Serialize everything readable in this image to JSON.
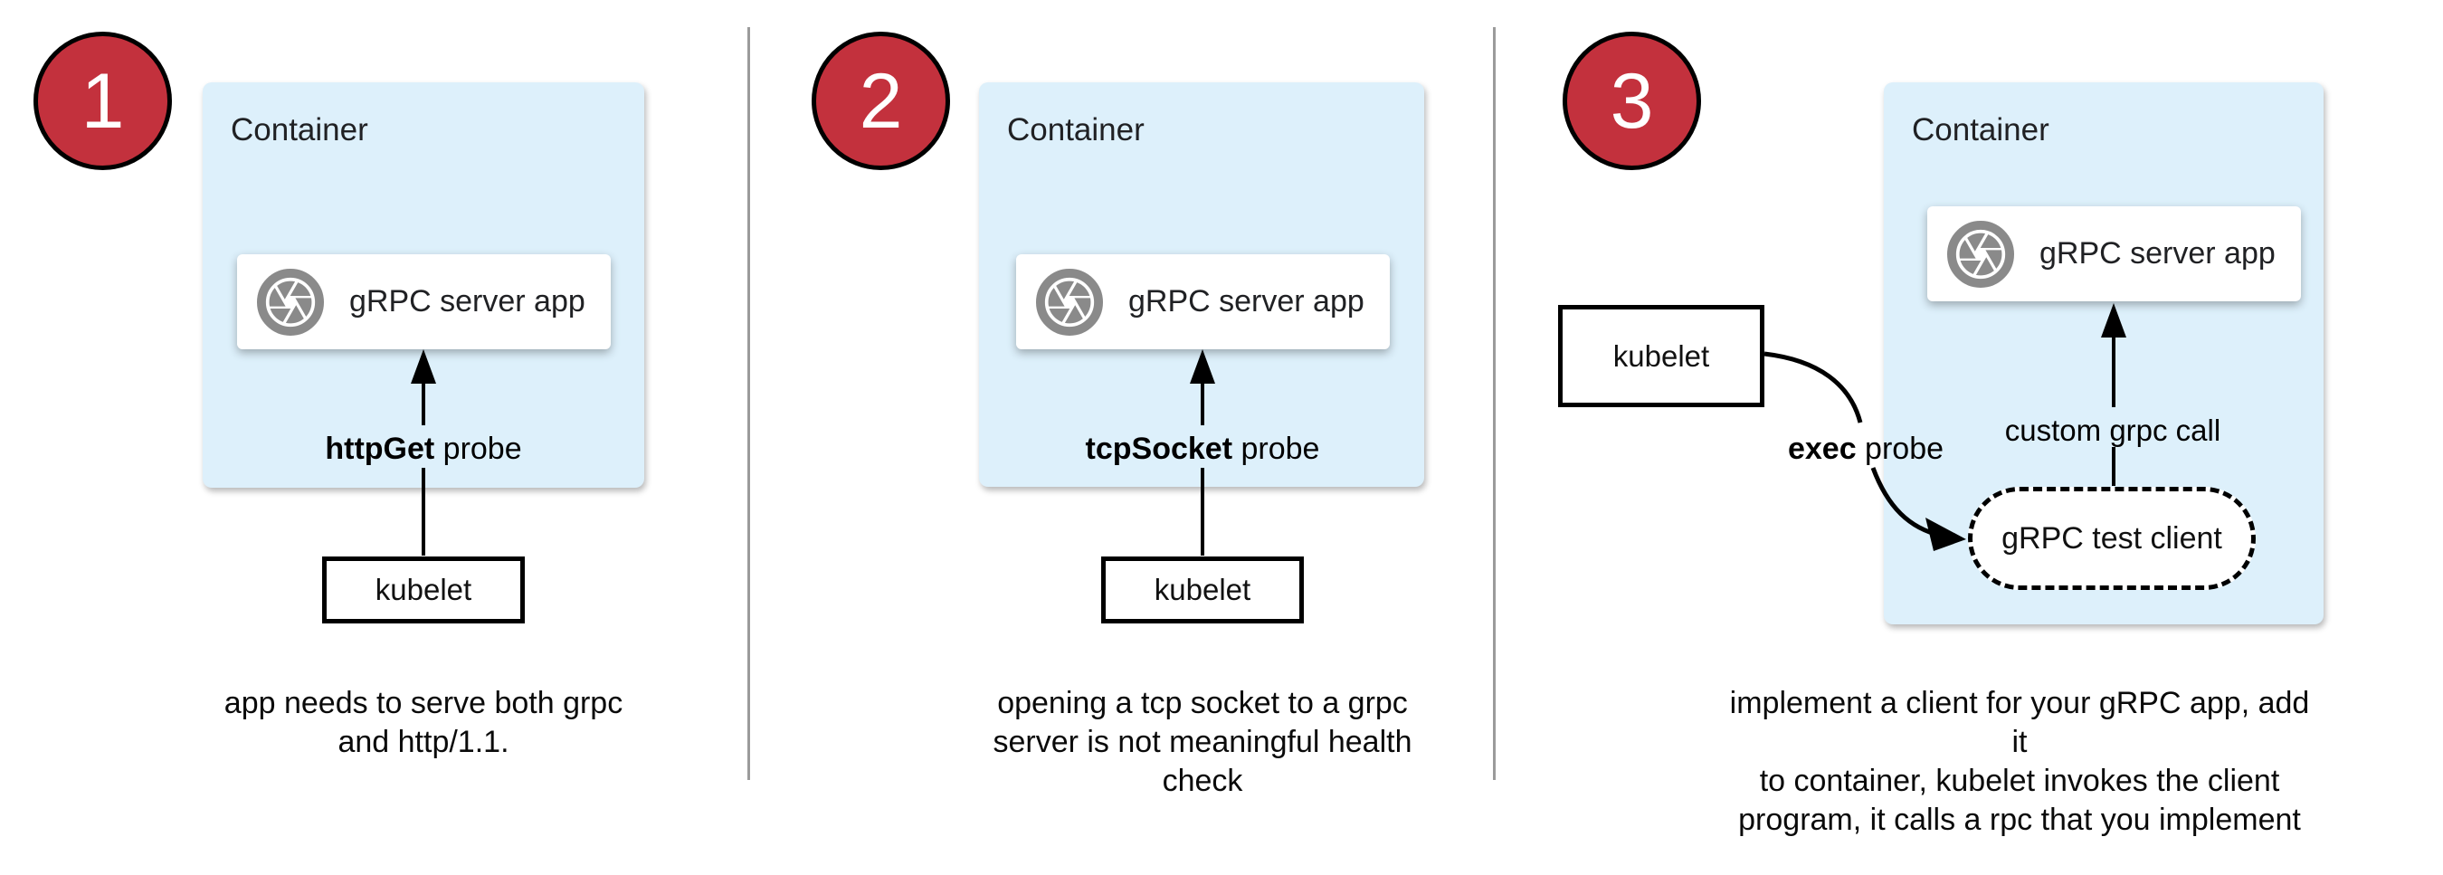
{
  "panels": [
    {
      "number": "1",
      "container_label": "Container",
      "app_label": "gRPC server app",
      "probe_keyword": "httpGet",
      "probe_rest": " probe",
      "kubelet_label": "kubelet",
      "caption_lines": [
        "app needs to serve both grpc",
        "and http/1.1."
      ]
    },
    {
      "number": "2",
      "container_label": "Container",
      "app_label": "gRPC server app",
      "probe_keyword": "tcpSocket",
      "probe_rest": " probe",
      "kubelet_label": "kubelet",
      "caption_lines": [
        "opening a tcp socket to a grpc",
        "server is not meaningful health",
        "check"
      ]
    },
    {
      "number": "3",
      "container_label": "Container",
      "app_label": "gRPC server app",
      "exec_keyword": "exec",
      "exec_rest": " probe",
      "custom_call_label": "custom grpc call",
      "test_client_label": "gRPC test client",
      "kubelet_label": "kubelet",
      "caption_lines": [
        "implement a client for your gRPC app, add it",
        "to container, kubelet invokes the client",
        "program, it calls a rpc that you implement"
      ]
    }
  ],
  "colors": {
    "badge_red": "#c3313d",
    "container_blue": "#ddf0fb",
    "icon_gray": "#8a8a8a",
    "divider_gray": "#9b9b9b",
    "arrow_black": "#000000"
  }
}
